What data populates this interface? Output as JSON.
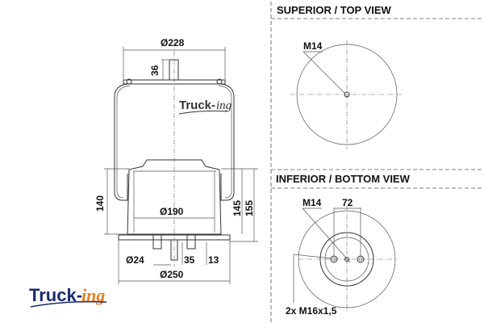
{
  "side_view": {
    "dims": {
      "top_diameter": "Ø228",
      "stud_height": "36",
      "piston_diameter": "Ø190",
      "height_140": "140",
      "height_145": "145",
      "height_155": "155",
      "hole_diameter": "Ø24",
      "offset_35": "35",
      "offset_13": "13",
      "base_diameter": "Ø250"
    },
    "watermark": {
      "main": "Truck-",
      "suffix": "ing"
    }
  },
  "top_view": {
    "title": "SUPERIOR / TOP VIEW",
    "thread": "M14"
  },
  "bottom_view": {
    "title": "INFERIOR / BOTTOM VIEW",
    "thread": "M14",
    "spacing": "72",
    "studs": "2x M16x1,5"
  },
  "logo": {
    "main": "Truck-",
    "suffix": "ing",
    "colors": {
      "main": "#1a2a6c",
      "suffix": "#e87d1e"
    }
  }
}
